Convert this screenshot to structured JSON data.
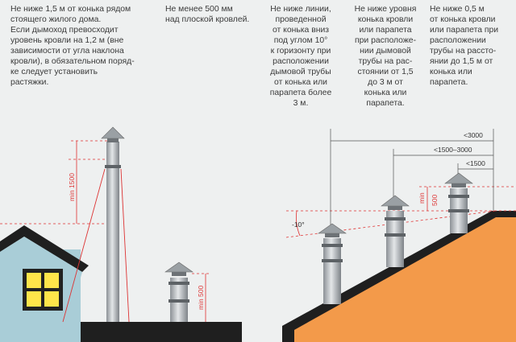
{
  "captions": [
    "Не ниже 1,5 м от конька рядом\nстоящего жилого дома.\nЕсли дымоход превосходит\nуровень кровли на 1,2 м (вне\nзависимости от угла наклона\nкровли), в обязательном поряд-\nке следует установить\nрастяжки.",
    "Не менее 500 мм\nнад плоской кровлей.",
    "Не ниже линии,\nпроведенной\nот конька вниз\nпод углом 10°\nк горизонту при\nрасположении\nдымовой трубы\nот конька или\nпарапета более\n3 м.",
    "Не ниже уровня\nконька кровли\nили парапета\nпри расположе-\nнии дымовой\nтрубы на рас-\nстоянии от 1,5\nдо 3 м от\nконька или\nпарапета.",
    "Не ниже 0,5 м\nот конька кровли\nили парапета при\nрасположении\nтрубы на рассто-\nянии до 1,5 м от\nконька или\nпарапета."
  ],
  "dimensions": {
    "min_1500": "min 1500",
    "min_500_flat": "min 500",
    "min_500_ridge": "min\n500",
    "angle": "-10°",
    "d_gt3000": "<3000",
    "d_1500_3000": "<1500–3000",
    "d_lt1500": "<1500"
  },
  "colors": {
    "house_wall": "#a9cdd7",
    "window": "#ffe54a",
    "roof_dark": "#222222",
    "roof_orange": "#f39a4a",
    "pipe": "#b7bcc0",
    "dimension_red": "#e03030"
  }
}
